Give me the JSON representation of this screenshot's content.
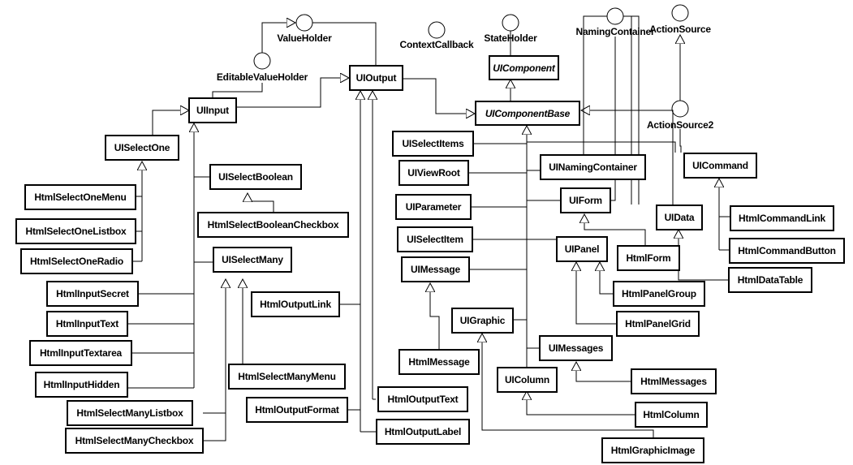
{
  "diagram": {
    "title": "JSF UIComponent class hierarchy",
    "interfaces": {
      "ValueHolder": "ValueHolder",
      "EditableValueHolder": "EditableValueHolder",
      "ContextCallback": "ContextCallback",
      "StateHolder": "StateHolder",
      "NamingContainer": "NamingContainer",
      "ActionSource": "ActionSource",
      "ActionSource2": "ActionSource2"
    },
    "classes": {
      "UIComponent": "UIComponent",
      "UIComponentBase": "UIComponentBase",
      "UIOutput": "UIOutput",
      "UIInput": "UIInput",
      "UISelectOne": "UISelectOne",
      "UISelectBoolean": "UISelectBoolean",
      "UISelectMany": "UISelectMany",
      "HtmlSelectOneMenu": "HtmlSelectOneMenu",
      "HtmlSelectOneListbox": "HtmlSelectOneListbox",
      "HtmlSelectOneRadio": "HtmlSelectOneRadio",
      "HtmlSelectBooleanCheckbox": "HtmlSelectBooleanCheckbox",
      "HtmlInputSecret": "HtmlInputSecret",
      "HtmlInputText": "HtmlInputText",
      "HtmlInputTextarea": "HtmlInputTextarea",
      "HtmlInputHidden": "HtmlInputHidden",
      "HtmlSelectManyListbox": "HtmlSelectManyListbox",
      "HtmlSelectManyCheckbox": "HtmlSelectManyCheckbox",
      "HtmlSelectManyMenu": "HtmlSelectManyMenu",
      "HtmlOutputLink": "HtmlOutputLink",
      "HtmlOutputFormat": "HtmlOutputFormat",
      "HtmlOutputText": "HtmlOutputText",
      "HtmlOutputLabel": "HtmlOutputLabel",
      "UISelectItems": "UISelectItems",
      "UIViewRoot": "UIViewRoot",
      "UIParameter": "UIParameter",
      "UISelectItem": "UISelectItem",
      "UIMessage": "UIMessage",
      "HtmlMessage": "HtmlMessage",
      "UIGraphic": "UIGraphic",
      "HtmlGraphicImage": "HtmlGraphicImage",
      "UINamingContainer": "UINamingContainer",
      "UIForm": "UIForm",
      "HtmlForm": "HtmlForm",
      "UIPanel": "UIPanel",
      "HtmlPanelGroup": "HtmlPanelGroup",
      "HtmlPanelGrid": "HtmlPanelGrid",
      "UIMessages": "UIMessages",
      "HtmlMessages": "HtmlMessages",
      "UIColumn": "UIColumn",
      "HtmlColumn": "HtmlColumn",
      "UIData": "UIData",
      "HtmlDataTable": "HtmlDataTable",
      "UICommand": "UICommand",
      "HtmlCommandLink": "HtmlCommandLink",
      "HtmlCommandButton": "HtmlCommandButton"
    }
  }
}
